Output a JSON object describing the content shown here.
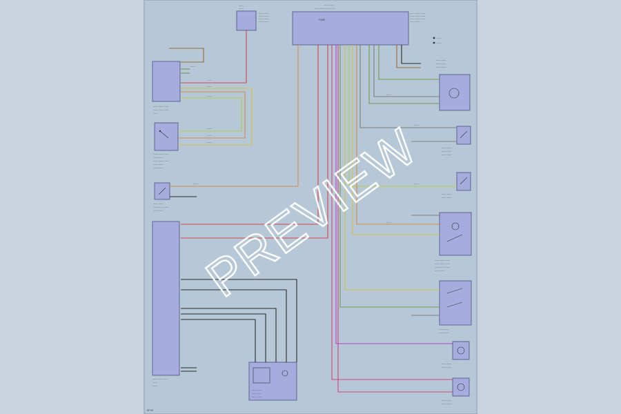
{
  "watermark": "PREVIEW",
  "page_ref": "EP 90",
  "legend": [
    "------",
    "------"
  ],
  "colors": {
    "page_bg": "#c9d4de",
    "sheet_bg": "#b6c8d8",
    "module_fill": "#a6acde",
    "wire_red": "#d5434b",
    "wire_orange": "#d28c46",
    "wire_yellow": "#d3c23b",
    "wire_green": "#6e9a52",
    "wire_pink": "#d2437a",
    "wire_magenta": "#b83ec6",
    "wire_black": "#2a2a2a",
    "wire_grey": "#7d7d7d",
    "wire_lime": "#b6cc3a"
  },
  "modules": {
    "fuse_box_top": {
      "label": "FUSE",
      "caption": [
        "------ ------",
        "------ ------",
        "------ ------",
        "------ ------"
      ]
    },
    "central_module": {
      "pin_labels": [
        "------",
        "------",
        "------",
        "------",
        "------",
        "------",
        "------",
        "------",
        "------",
        "------",
        "------",
        "------",
        "------"
      ],
      "caption": [
        "------ ------",
        "------ ------ ------ ------"
      ]
    },
    "left_module": {
      "label": "------",
      "caption": [
        "------ ------ ------",
        "------ ------ ------",
        "------"
      ]
    },
    "left_switch": {
      "caption": [
        "------ ------ ------",
        "------ ------",
        "------ ------ ------",
        "------ ------",
        "------ ------"
      ]
    },
    "left_switch_small": {
      "caption": [
        "------ ------",
        "------ ------ ------",
        "------ ------"
      ]
    },
    "big_module": {
      "caption": [
        "------ ------ ------",
        "------",
        "------"
      ]
    },
    "bottom_module": {
      "caption": [
        "------ ------",
        "------ ------",
        "------ ------"
      ]
    },
    "right_switch_1": {
      "caption": [
        "------ ------",
        "------ ------",
        "------ ------"
      ]
    },
    "right_switch_2": {
      "caption": [
        "------ ------",
        "------ ------",
        "------ ------"
      ]
    },
    "right_switch_3": {
      "caption": [
        "------ ------",
        "------ ------"
      ]
    },
    "right_switch_4": {
      "caption": [
        "------ ------",
        "------ ------"
      ]
    },
    "right_switch_5": {
      "caption": [
        "------ ------",
        "------ ------",
        "------ ------"
      ]
    },
    "right_switch_6": {
      "caption": [
        "------ ------",
        "------ ------"
      ]
    },
    "right_sensor_1": {
      "caption": [
        "------ ------",
        "------ ------"
      ]
    },
    "right_sensor_2": {
      "caption": [
        "------ ------",
        "------ ------"
      ]
    }
  },
  "wire_labels": {
    "w1": "------",
    "w2": "------",
    "w3": "------",
    "w4": "------",
    "w5": "------",
    "w6": "------",
    "w7": "------",
    "w8": "------",
    "w9": "------",
    "w10": "------",
    "w11": "------",
    "w12": "------"
  }
}
